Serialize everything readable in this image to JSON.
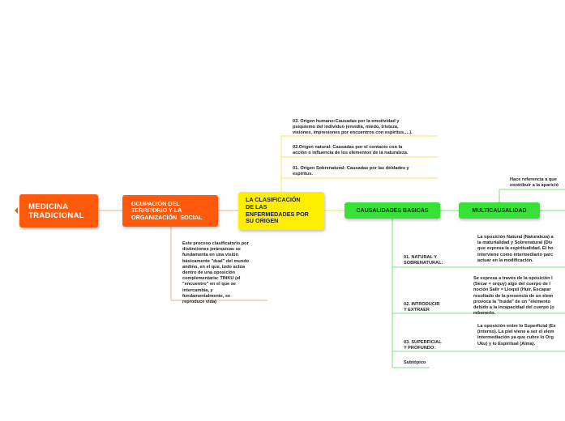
{
  "nodes": {
    "root": "MEDICINA\nTRADICIONAL",
    "ocupacion": "OCUPACIÓN DEL\nTERRITORIO Y LA\nORGANIZACIÓN  SOCIAL",
    "clasificacion": "LA CLASIFICACIÓN\nDE LAS\nENFERMEDADES POR\nSU ORIGEN",
    "causalidades": "CAUSALIDADES BASICAS",
    "multicausalidad": "MULTICAUSALIDAD"
  },
  "ocupacion_note": "Este proceso clasificatorio por\ndistinciones jerárquicas se\nfundamenta en una visión\nbásicamente \"dual\" del mundo\nandino, en el que, todo actúa\ndentro de una oposición\ncomplementaria: TINKU (el\n\"encuentro\" en el que se\nintercambia, y\nfundamentalmente, se\nreproduce vida)",
  "origins": [
    {
      "text": "03. Origen humano:Causadas por la emotividad y\npsiquismo del individuo (envidia, miedo, tristeza,\nvisiones, impresiones por encuentros con espíritus,…)."
    },
    {
      "text": "02.Origen natural: Causadas por el contacto con la\nacción o influencia de los elementos de la naturaleza."
    },
    {
      "text": "01. Origen Sobrenatural: Causadas por las deidades y\nespíritus."
    }
  ],
  "branches": [
    {
      "label": "01. NATURAL Y\nSOBRENATURAL:",
      "text": "La oposición Natural (Naturaleza) a\nla maturialidad y Sobrenatural (Div\nque expresa la espiritualidad. El ho\ninterviene como intermediario parc\nactuar en la modificación."
    },
    {
      "label": "02. INTRODUCIR\nY EXTRAER",
      "text": "Se expresa a través de la oposición I\n(Secar = orquy) algo del cuerpo de l\nnoción Salir = Lloqsii (Huir, Escapar\nresultado de la presencia de un elem\nprovoca la \"huida\" de un \"elemento\ndebido a la incapacidad del cuerpo (o\nrebenerlo."
    },
    {
      "label": "03. SUPERFICIAL\nY PROFUNDO:",
      "text": "La oposición entre lo Superficial (Ex\n(interno). La piel viene a ser el elem\nintermediación ya que cubre lo Org\nUku) y lo Espiritual (Alma)."
    },
    {
      "label": "Subtópico",
      "text": ""
    }
  ],
  "multicausalidad_note": "Hace referencia a que\ncontribuir a la aparició",
  "colors": {
    "orange": "#ff5a0c",
    "yellow": "#ffee00",
    "green": "#37e137",
    "orange_line": "#f5b08a",
    "yellow_line": "#f0e46a",
    "green_line": "#7fe07f"
  }
}
